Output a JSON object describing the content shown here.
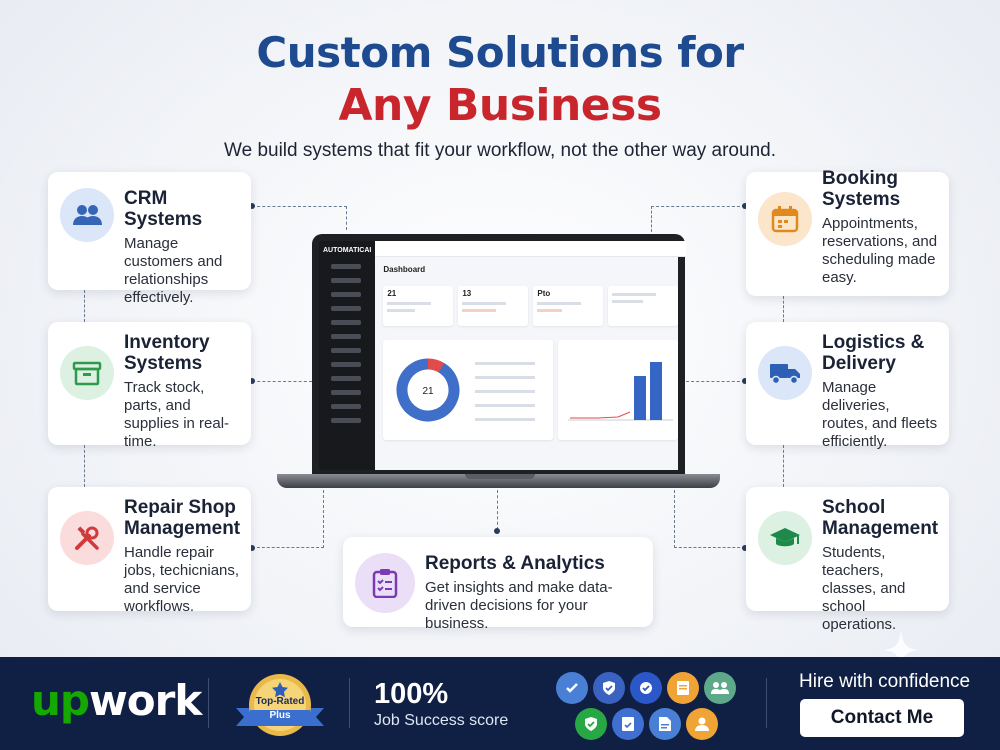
{
  "header": {
    "title_line1": "Custom Solutions for",
    "title_line2": "Any Business",
    "subtitle": "We build systems that fit your workflow, not the other way around."
  },
  "colors": {
    "title_blue": "#1e4a8f",
    "title_red": "#c8262c",
    "footer_bg": "#0f2044",
    "upwork_green": "#14a800"
  },
  "cards": {
    "crm": {
      "title": "CRM Systems",
      "desc": "Manage customers and relationships effectively.",
      "icon": "users-icon"
    },
    "inventory": {
      "title": "Inventory Systems",
      "desc": "Track stock, parts, and supplies in real-time.",
      "icon": "box-icon"
    },
    "repair": {
      "title": "Repair Shop Management",
      "desc": "Handle repair jobs, techicnians, and service workflows.",
      "icon": "tools-icon"
    },
    "reports": {
      "title": "Reports & Analytics",
      "desc": "Get insights and make data-driven decisions for your business.",
      "icon": "clipboard-icon"
    },
    "booking": {
      "title": "Booking Systems",
      "desc": "Appointments, reservations, and scheduling made easy.",
      "icon": "calendar-icon"
    },
    "logistics": {
      "title": "Logistics & Delivery",
      "desc": "Manage deliveries, routes, and fleets efficiently.",
      "icon": "truck-icon"
    },
    "school": {
      "title": "School Management",
      "desc": "Students, teachers, classes, and school operations.",
      "icon": "graduation-cap-icon"
    }
  },
  "laptop": {
    "brand": "AUTOMATICAI",
    "dashboard_title": "Dashboard",
    "stats": [
      "21",
      "13",
      "Pto",
      ""
    ],
    "donut_center": "21"
  },
  "footer": {
    "logo": {
      "up": "up",
      "work": "work"
    },
    "badge_line1": "Top-Rated",
    "badge_line2": "Plus",
    "success_pct": "100%",
    "success_label": "Job Success score",
    "hire_text": "Hire with confidence",
    "contact_label": "Contact Me"
  }
}
